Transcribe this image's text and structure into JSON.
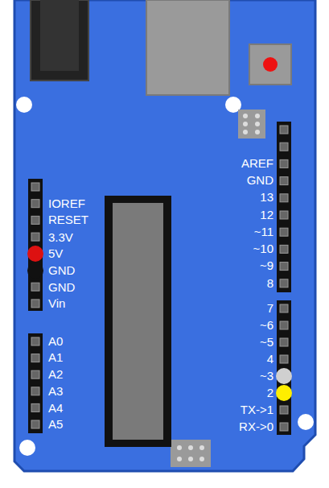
{
  "diagram": {
    "labels": [
      "IOREF",
      "RESET",
      "3.3V",
      "5V",
      "GND",
      "GND",
      "Vin",
      "A0",
      "A1",
      "A2",
      "A3",
      "A4",
      "A5",
      "AREF",
      "GND",
      "13",
      "12",
      "~11",
      "~10",
      "~9",
      "8",
      "7",
      "~6",
      "~5",
      "4",
      "~3",
      "2",
      "TX->1",
      "RX->0"
    ]
  }
}
